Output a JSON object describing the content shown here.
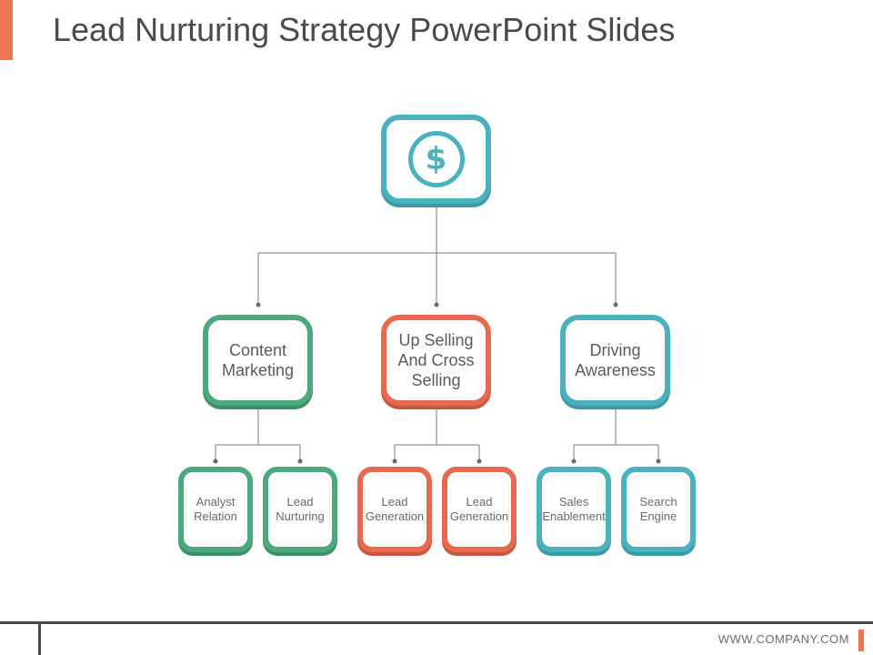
{
  "title": "Lead Nurturing Strategy PowerPoint Slides",
  "root": {
    "icon": "dollar-icon",
    "symbol": "$"
  },
  "branches": [
    {
      "label": "Content Marketing",
      "color": "#4ca97c",
      "children": [
        "Analyst Relation",
        "Lead Nurturing"
      ]
    },
    {
      "label": "Up Selling And Cross Selling",
      "color": "#e66a4f",
      "children": [
        "Lead Generation",
        "Lead Generation"
      ]
    },
    {
      "label": "Driving Awareness",
      "color": "#4cb1bf",
      "children": [
        "Sales Enablement",
        "Search Engine"
      ]
    }
  ],
  "footer": {
    "url": "WWW.COMPANY.COM"
  },
  "colors": {
    "accent": "#f07456",
    "teal": "#4cb1bf",
    "green": "#4ca97c",
    "red": "#e66a4f"
  }
}
